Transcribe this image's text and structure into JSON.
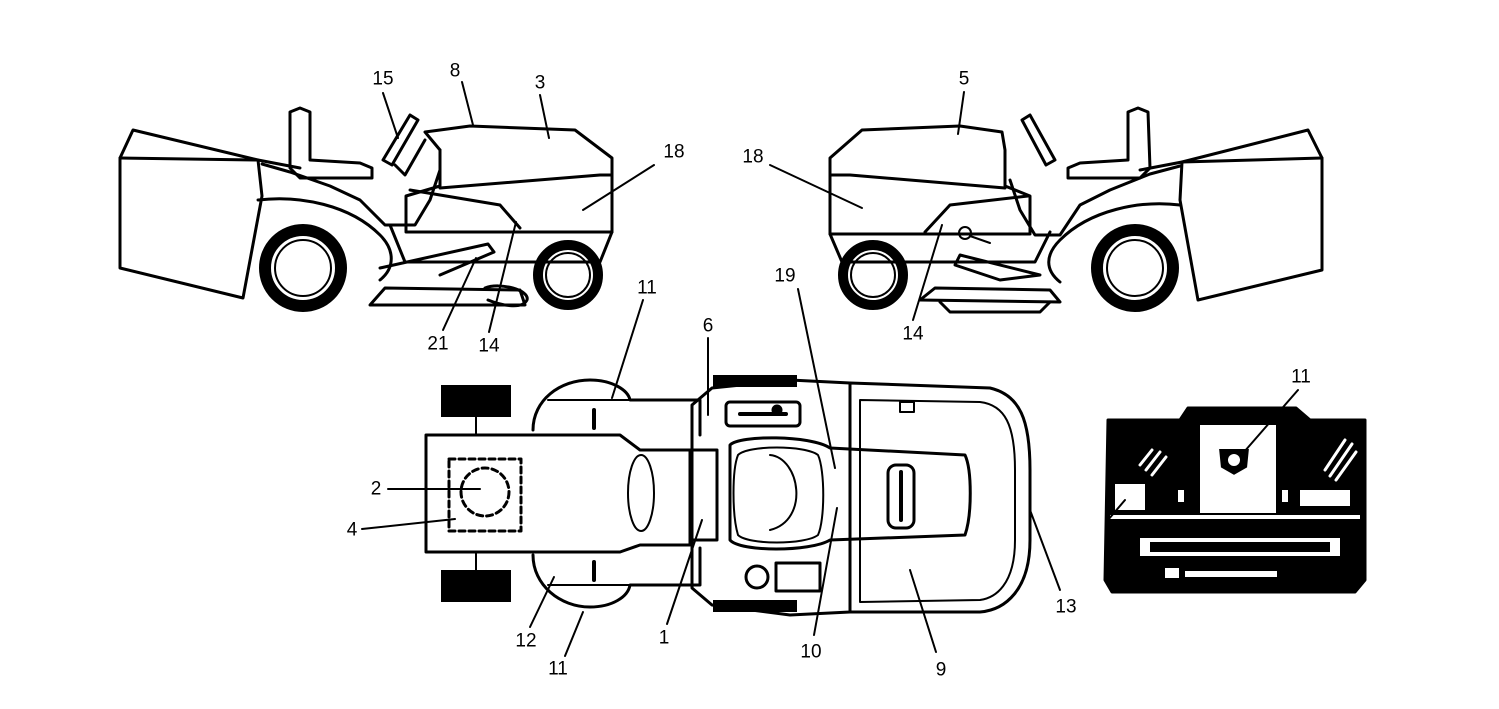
{
  "diagram": {
    "views": [
      "left-side-view",
      "right-side-view",
      "top-view",
      "rear-view"
    ],
    "callouts": [
      {
        "id": "left-15",
        "text": "15"
      },
      {
        "id": "left-8",
        "text": "8"
      },
      {
        "id": "left-3",
        "text": "3"
      },
      {
        "id": "left-18",
        "text": "18"
      },
      {
        "id": "left-21",
        "text": "21"
      },
      {
        "id": "left-14",
        "text": "14"
      },
      {
        "id": "right-5",
        "text": "5"
      },
      {
        "id": "right-18",
        "text": "18"
      },
      {
        "id": "right-14",
        "text": "14"
      },
      {
        "id": "top-11a",
        "text": "11"
      },
      {
        "id": "top-6",
        "text": "6"
      },
      {
        "id": "top-19",
        "text": "19"
      },
      {
        "id": "top-2",
        "text": "2"
      },
      {
        "id": "top-4",
        "text": "4"
      },
      {
        "id": "top-12",
        "text": "12"
      },
      {
        "id": "top-11b",
        "text": "11"
      },
      {
        "id": "top-1",
        "text": "1"
      },
      {
        "id": "top-10",
        "text": "10"
      },
      {
        "id": "top-9",
        "text": "9"
      },
      {
        "id": "top-13",
        "text": "13"
      },
      {
        "id": "rear-11",
        "text": "11"
      }
    ]
  }
}
